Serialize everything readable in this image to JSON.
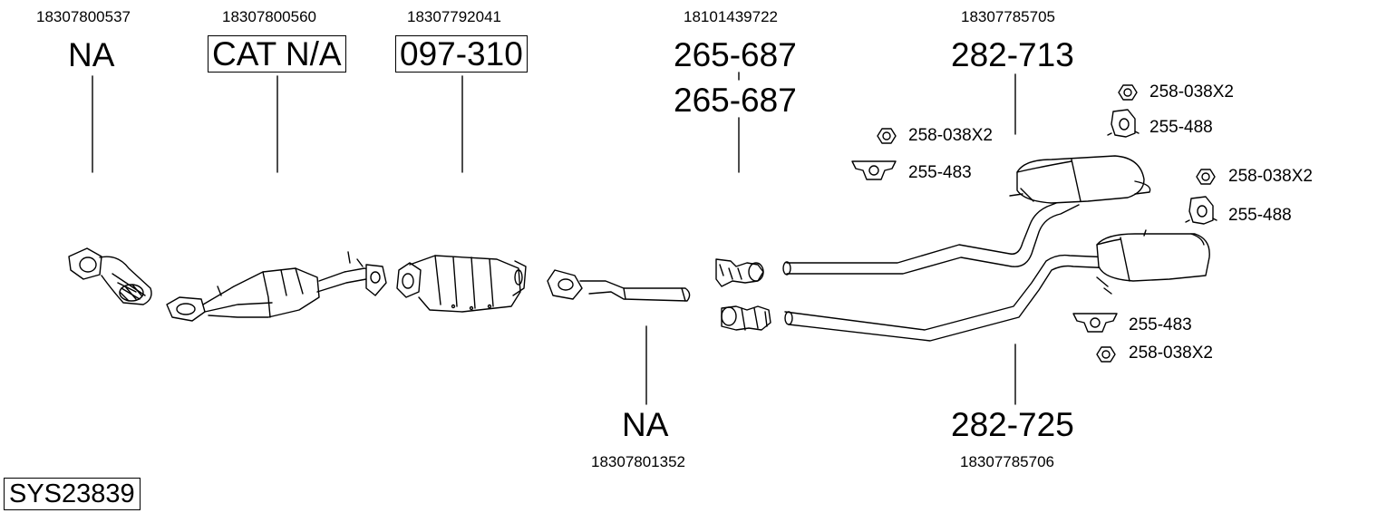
{
  "system_code": "SYS23839",
  "sections": [
    {
      "oem": "18307800537",
      "part": "NA"
    },
    {
      "oem": "18307800560",
      "part": "CAT N/A"
    },
    {
      "oem": "18307792041",
      "part": "097-310"
    },
    {
      "oem": "18101439722",
      "part": "265-687",
      "part2": "265-687"
    },
    {
      "oem": "18307785705",
      "part": "282-713"
    },
    {
      "oem": "18307801352",
      "part": "NA"
    },
    {
      "oem": "18307785706",
      "part": "282-725"
    }
  ],
  "hardware": [
    {
      "label": "258-038X2",
      "icon": "nut-icon"
    },
    {
      "label": "255-488",
      "icon": "rubber-mount-icon"
    },
    {
      "label": "258-038X2",
      "icon": "nut-icon"
    },
    {
      "label": "255-483",
      "icon": "rubber-hanger-icon"
    },
    {
      "label": "258-038X2",
      "icon": "nut-icon"
    },
    {
      "label": "255-488",
      "icon": "rubber-mount-icon"
    },
    {
      "label": "255-483",
      "icon": "rubber-hanger-icon"
    },
    {
      "label": "258-038X2",
      "icon": "nut-icon"
    }
  ]
}
